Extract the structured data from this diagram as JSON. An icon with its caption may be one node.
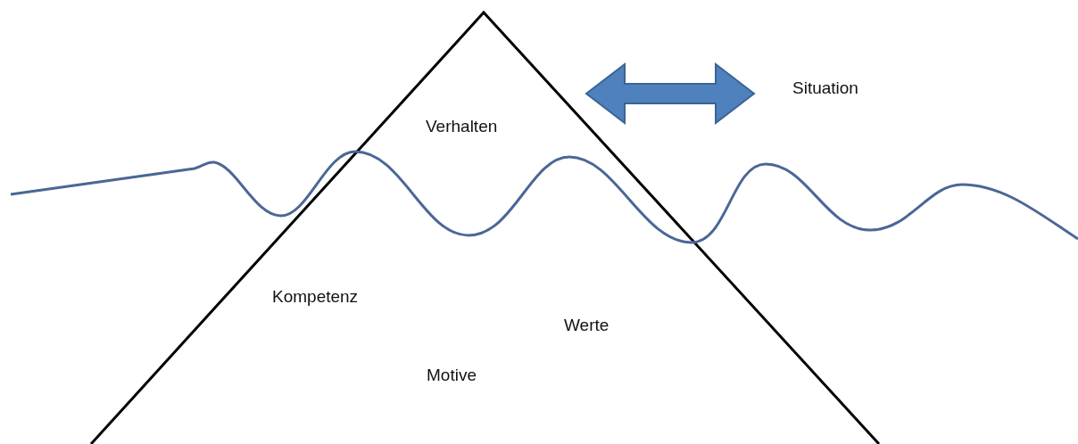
{
  "diagram": {
    "nodes": [
      {
        "text": [
          "Verhalten"
        ]
      },
      {
        "text": [
          "Situation"
        ]
      }
    ],
    "edges": [
      {
        "from": 0,
        "to": 1,
        "arrow": "both",
        "style": "thick"
      }
    ],
    "labels": [
      "Kompetenz",
      "Werte",
      "Motive"
    ]
  }
}
